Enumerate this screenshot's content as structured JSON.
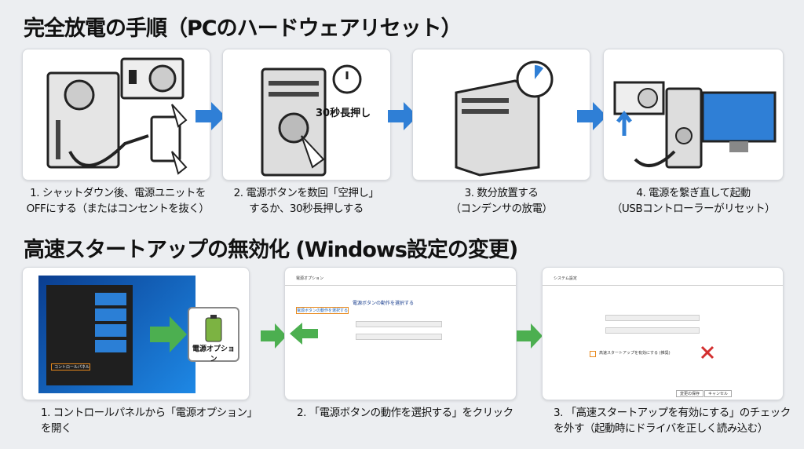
{
  "section1": {
    "title": "完全放電の手順（PCのハードウェアリセット）",
    "steps": [
      {
        "line1": "1. シャットダウン後、電源ユニットを",
        "line2": "OFFにする（またはコンセントを抜く）"
      },
      {
        "line1": "2. 電源ボタンを数回「空押し」",
        "line2": "するか、30秒長押しする",
        "badge": "30秒長押し"
      },
      {
        "line1": "3. 数分放置する",
        "line2": "（コンデンサの放電）"
      },
      {
        "line1": "4. 電源を繋ぎ直して起動",
        "line2": "（USBコントローラーがリセット）"
      }
    ]
  },
  "section2": {
    "title": "高速スタートアップの無効化 (Windows設定の変更)",
    "steps": [
      {
        "line1": "1. コントロールパネルから「電源オプション」",
        "line2": "を開く",
        "tile_label": "電源オプション",
        "menu_item": "コントロールパネル"
      },
      {
        "line1": "2. 「電源ボタンの動作を選択する」をクリック",
        "line2": "",
        "window_title": "電源オプション",
        "heading": "電源ボタンの動作を選択する",
        "sidebar_link": "電源ボタンの動作を選択する"
      },
      {
        "line1": "3. 「高速スタートアップを有効にする」のチェック",
        "line2": "を外す（起動時にドライバを正しく読み込む）",
        "window_title": "システム設定",
        "option": "高速スタートアップを有効にする (推奨)",
        "save_label": "変更の保存",
        "cancel_label": "キャンセル"
      }
    ]
  },
  "colors": {
    "arrow_blue": "#2f7fd6",
    "arrow_green": "#4caf50",
    "highlight": "#e8891c",
    "cross": "#d32f2f"
  }
}
